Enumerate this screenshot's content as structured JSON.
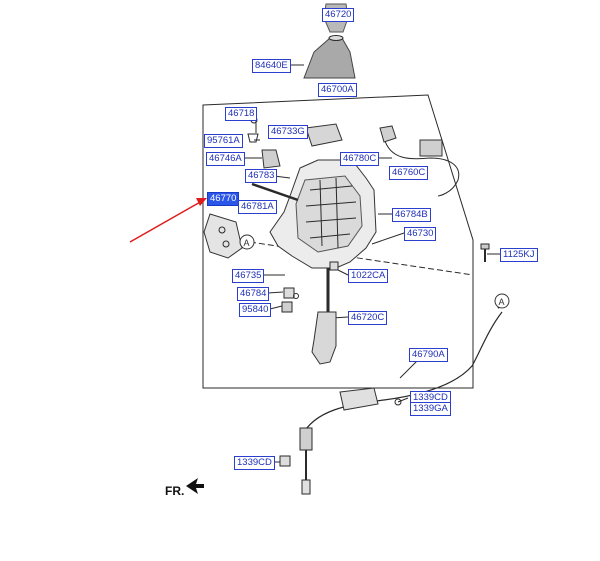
{
  "diagram": {
    "colors": {
      "line": "#2a2a2a",
      "callout_text": "#1f2fb8",
      "callout_border": "#2a3fd0",
      "selected_fill": "#2b57e8",
      "arrow": "#e01b1b"
    },
    "callouts": [
      {
        "id": "c46720",
        "label": "46720"
      },
      {
        "id": "c84640E",
        "label": "84640E"
      },
      {
        "id": "c46700A",
        "label": "46700A"
      },
      {
        "id": "c46718",
        "label": "46718"
      },
      {
        "id": "c95761A",
        "label": "95761A"
      },
      {
        "id": "c46733G",
        "label": "46733G"
      },
      {
        "id": "c46746A",
        "label": "46746A"
      },
      {
        "id": "c46780C",
        "label": "46780C"
      },
      {
        "id": "c46783",
        "label": "46783"
      },
      {
        "id": "c46760C",
        "label": "46760C"
      },
      {
        "id": "c46770",
        "label": "46770"
      },
      {
        "id": "c46781A",
        "label": "46781A"
      },
      {
        "id": "c46784B",
        "label": "46784B"
      },
      {
        "id": "c46730",
        "label": "46730"
      },
      {
        "id": "c1125KJ",
        "label": "1125KJ"
      },
      {
        "id": "c46735",
        "label": "46735"
      },
      {
        "id": "c1022CA",
        "label": "1022CA"
      },
      {
        "id": "c46784",
        "label": "46784"
      },
      {
        "id": "c95840",
        "label": "95840"
      },
      {
        "id": "c46720C",
        "label": "46720C"
      },
      {
        "id": "c46790A",
        "label": "46790A"
      },
      {
        "id": "c1339CD_a",
        "label": "1339CD"
      },
      {
        "id": "c1339GA",
        "label": "1339GA"
      },
      {
        "id": "c1339CD_b",
        "label": "1339CD"
      }
    ],
    "selected": "46770",
    "view_markers": [
      "A",
      "A"
    ],
    "front_label": "FR."
  }
}
